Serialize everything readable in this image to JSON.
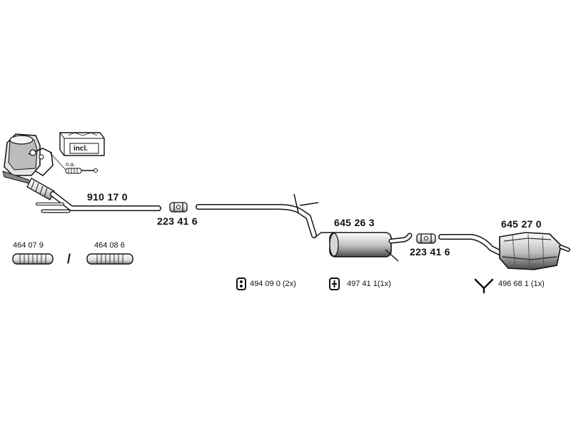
{
  "parts": {
    "front_pipe": "910 17 0",
    "clamp_left": "223 41 6",
    "middle_silencer": "645 26 3",
    "clamp_right": "223 41 6",
    "rear_silencer": "645 27 0",
    "flex_a": "464 07 9",
    "flex_b": "464 08 6",
    "flex_separator": "/",
    "sensor_note": "n.a.",
    "incl_label": "incl."
  },
  "hardware": {
    "rubber_mount_a": "494 09 0 (2x)",
    "rubber_mount_b": "497 41 1(1x)",
    "hanger": "496 68 1 (1x)"
  },
  "colors": {
    "line": "#111111",
    "fill": "#ffffff",
    "shade": "#9a9a9a"
  }
}
